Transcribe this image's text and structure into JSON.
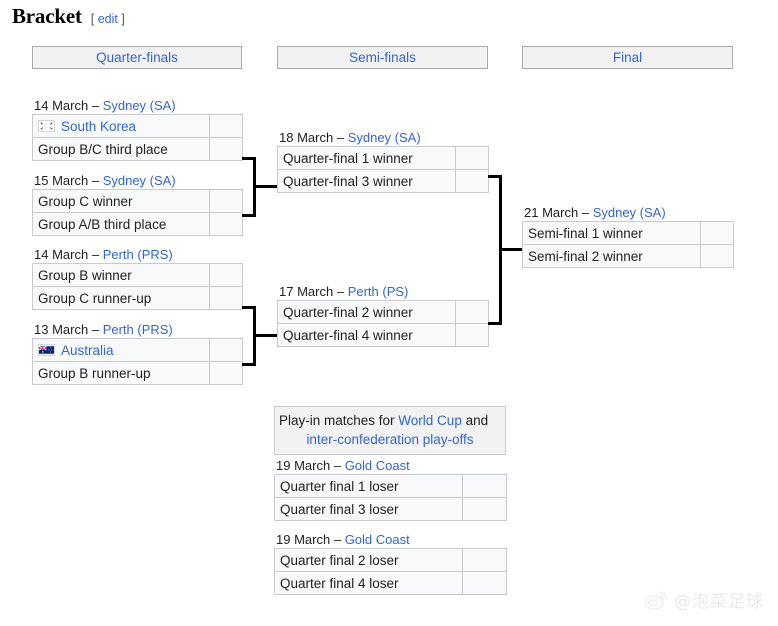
{
  "heading": {
    "title": "Bracket",
    "edit_open": "[",
    "edit_label": "edit",
    "edit_close": "]"
  },
  "rounds": [
    {
      "id": "quarter-finals",
      "label": "Quarter-finals"
    },
    {
      "id": "semi-finals",
      "label": "Semi-finals"
    },
    {
      "id": "final",
      "label": "Final"
    }
  ],
  "quarterfinals": [
    {
      "date": "14 March",
      "dash": "–",
      "venue": "Sydney (SA)",
      "teams": [
        {
          "name": "South Korea",
          "flag": "south-korea-flag",
          "is_link": true,
          "score": ""
        },
        {
          "name": "Group B/C third place",
          "flag": null,
          "is_link": false,
          "score": ""
        }
      ]
    },
    {
      "date": "15 March",
      "dash": "–",
      "venue": "Sydney (SA)",
      "teams": [
        {
          "name": "Group C winner",
          "flag": null,
          "is_link": false,
          "score": ""
        },
        {
          "name": "Group A/B third place",
          "flag": null,
          "is_link": false,
          "score": ""
        }
      ]
    },
    {
      "date": "14 March",
      "dash": "–",
      "venue": "Perth (PRS)",
      "teams": [
        {
          "name": "Group B winner",
          "flag": null,
          "is_link": false,
          "score": ""
        },
        {
          "name": "Group C runner-up",
          "flag": null,
          "is_link": false,
          "score": ""
        }
      ]
    },
    {
      "date": "13 March",
      "dash": "–",
      "venue": "Perth (PRS)",
      "teams": [
        {
          "name": "Australia",
          "flag": "australia-flag",
          "is_link": true,
          "score": ""
        },
        {
          "name": "Group B runner-up",
          "flag": null,
          "is_link": false,
          "score": ""
        }
      ]
    }
  ],
  "semifinals": [
    {
      "date": "18 March",
      "dash": "–",
      "venue": "Sydney (SA)",
      "teams": [
        {
          "name": "Quarter-final 1 winner",
          "flag": null,
          "is_link": false,
          "score": ""
        },
        {
          "name": "Quarter-final 3 winner",
          "flag": null,
          "is_link": false,
          "score": ""
        }
      ]
    },
    {
      "date": "17 March",
      "dash": "–",
      "venue": "Perth (PS)",
      "teams": [
        {
          "name": "Quarter-final 2 winner",
          "flag": null,
          "is_link": false,
          "score": ""
        },
        {
          "name": "Quarter-final 4 winner",
          "flag": null,
          "is_link": false,
          "score": ""
        }
      ]
    }
  ],
  "final": {
    "date": "21 March",
    "dash": "–",
    "venue": "Sydney (SA)",
    "teams": [
      {
        "name": "Semi-final 1 winner",
        "flag": null,
        "is_link": false,
        "score": ""
      },
      {
        "name": "Semi-final 2 winner",
        "flag": null,
        "is_link": false,
        "score": ""
      }
    ]
  },
  "playin": {
    "caption_line1_pre": "Play-in matches for ",
    "caption_line1_link": "World Cup",
    "caption_line1_post": " and",
    "caption_line2_link": "inter-confederation play-offs",
    "matches": [
      {
        "date": "19 March",
        "dash": "–",
        "venue": "Gold Coast",
        "teams": [
          {
            "name": "Quarter final 1 loser",
            "flag": null,
            "is_link": false,
            "score": ""
          },
          {
            "name": "Quarter final 3 loser",
            "flag": null,
            "is_link": false,
            "score": ""
          }
        ]
      },
      {
        "date": "19 March",
        "dash": "–",
        "venue": "Gold Coast",
        "teams": [
          {
            "name": "Quarter final 2 loser",
            "flag": null,
            "is_link": false,
            "score": ""
          },
          {
            "name": "Quarter final 4 loser",
            "flag": null,
            "is_link": false,
            "score": ""
          }
        ]
      }
    ]
  },
  "watermark": {
    "text": "@泡菜足球",
    "icon": "weibo-logo-icon"
  },
  "colors": {
    "link": "#3366cc",
    "text": "#202122",
    "cell_bg": "#f8f9fa",
    "cell_border": "#c8ccd1",
    "header_bg": "#f2f2f2",
    "header_border": "#aaaaaa",
    "connector": "#000000"
  }
}
